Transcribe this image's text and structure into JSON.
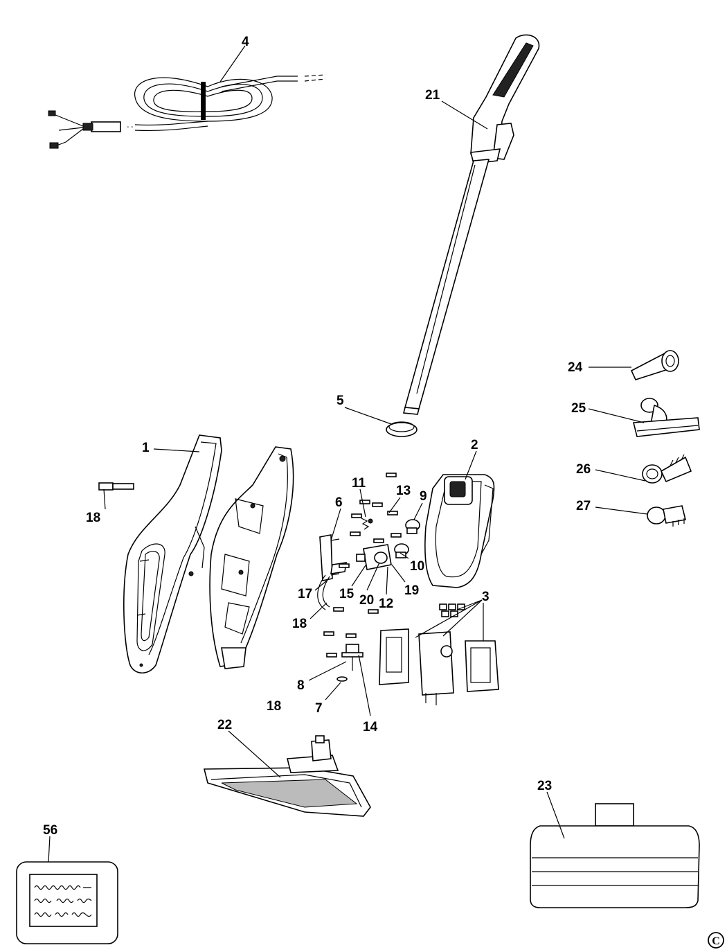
{
  "labels": {
    "p1": "1",
    "p2": "2",
    "p3": "3",
    "p4": "4",
    "p5": "5",
    "p6": "6",
    "p7": "7",
    "p8": "8",
    "p9": "9",
    "p10": "10",
    "p11": "11",
    "p12": "12",
    "p13": "13",
    "p14": "14",
    "p15": "15",
    "p17": "17",
    "p18a": "18",
    "p18b": "18",
    "p18c": "18",
    "p19": "19",
    "p20": "20",
    "p21": "21",
    "p22": "22",
    "p23": "23",
    "p24": "24",
    "p25": "25",
    "p26": "26",
    "p27": "27",
    "p56": "56"
  },
  "copyright_symbol": "C"
}
